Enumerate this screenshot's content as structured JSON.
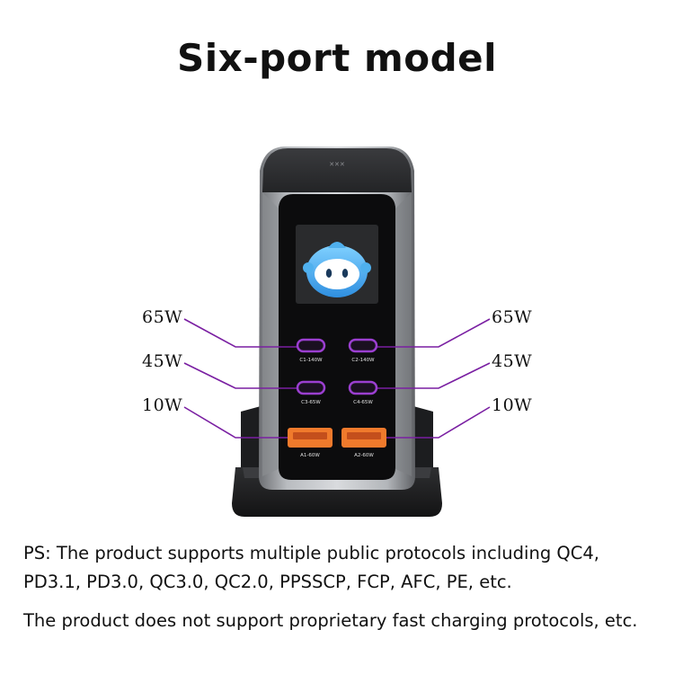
{
  "title": "Six-port model",
  "ports_left": [
    {
      "watt": "65W",
      "port_label": "C1-140W"
    },
    {
      "watt": "45W",
      "port_label": "C3-65W"
    },
    {
      "watt": "10W",
      "port_label": "A1-60W"
    }
  ],
  "ports_right": [
    {
      "watt": "65W",
      "port_label": "C2-140W"
    },
    {
      "watt": "45W",
      "port_label": "C4-65W"
    },
    {
      "watt": "10W",
      "port_label": "A2-60W"
    }
  ],
  "notes": {
    "protocols": "PS: The product supports multiple public protocols including QC4, PD3.1, PD3.0, QC3.0, QC2.0, PPSSCP, FCP, AFC, PE, etc.",
    "proprietary": "The product does not support proprietary fast charging protocols, etc."
  },
  "colors": {
    "callout_line": "#7a1fa2",
    "usbc_port": "#9b3fd0",
    "usba_port": "#f07a2c",
    "screen_face": "#4fb0ee"
  },
  "icons": {
    "screen": "robot-face-icon"
  }
}
